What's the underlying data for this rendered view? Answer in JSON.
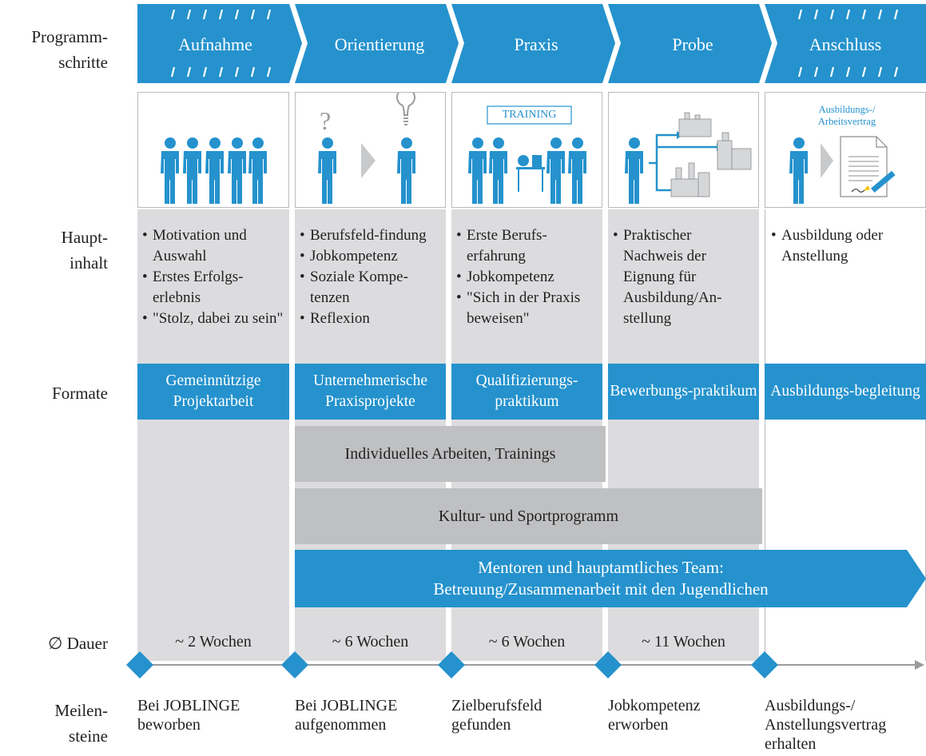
{
  "row_labels": {
    "programmschritte": "Programm-\nschritte",
    "hauptinhalt": "Haupt-\ninhalt",
    "formate": "Formate",
    "dauer": "∅ Dauer",
    "meilensteine": "Meilen-\nsteine"
  },
  "stages": [
    {
      "label": "Aufnahme",
      "content": [
        "Motivation und Auswahl",
        "Erstes Erfolgs-erlebnis",
        "\"Stolz, dabei zu sein\""
      ],
      "format": "Gemeinnützige Projektarbeit",
      "duration": "~ 2 Wochen",
      "milestone": "Bei JOBLINGE beworben"
    },
    {
      "label": "Orientierung",
      "content": [
        "Berufsfeld-findung",
        "Jobkompetenz",
        "Soziale Kompe-tenzen",
        "Reflexion"
      ],
      "format": "Unternehmerische Praxisprojekte",
      "duration": "~ 6 Wochen",
      "milestone": "Bei JOBLINGE aufgenommen"
    },
    {
      "label": "Praxis",
      "content": [
        "Erste Berufs-erfahrung",
        "Jobkompetenz",
        "\"Sich in der Praxis beweisen\""
      ],
      "format": "Qualifizierungs-praktikum",
      "duration": "~ 6 Wochen",
      "milestone": "Zielberufsfeld gefunden"
    },
    {
      "label": "Probe",
      "content": [
        "Praktischer Nachweis der Eignung für Ausbildung/An-stellung"
      ],
      "format": "Bewerbungs-praktikum",
      "duration": "~ 11 Wochen",
      "milestone": "Jobkompetenz erworben"
    },
    {
      "label": "Anschluss",
      "content": [
        "Ausbildung oder Anstellung"
      ],
      "format": "Ausbildungs-begleitung",
      "duration": "",
      "milestone": "Ausbildungs-/ Anstellungsvertrag erhalten"
    }
  ],
  "icon_texts": {
    "training": "TRAINING",
    "contract": "Ausbildungs-/\nArbeitsvertrag"
  },
  "bands": {
    "individuell": "Individuelles Arbeiten, Trainings",
    "kultur": "Kultur- und Sportprogramm",
    "mentoren_line1": "Mentoren und hauptamtliches Team:",
    "mentoren_line2": "Betreuung/Zusammenarbeit mit den Jugendlichen"
  },
  "colors": {
    "accent": "#2592cd",
    "panel_gray": "#dcdcde",
    "band_gray": "#bfc0c2"
  }
}
